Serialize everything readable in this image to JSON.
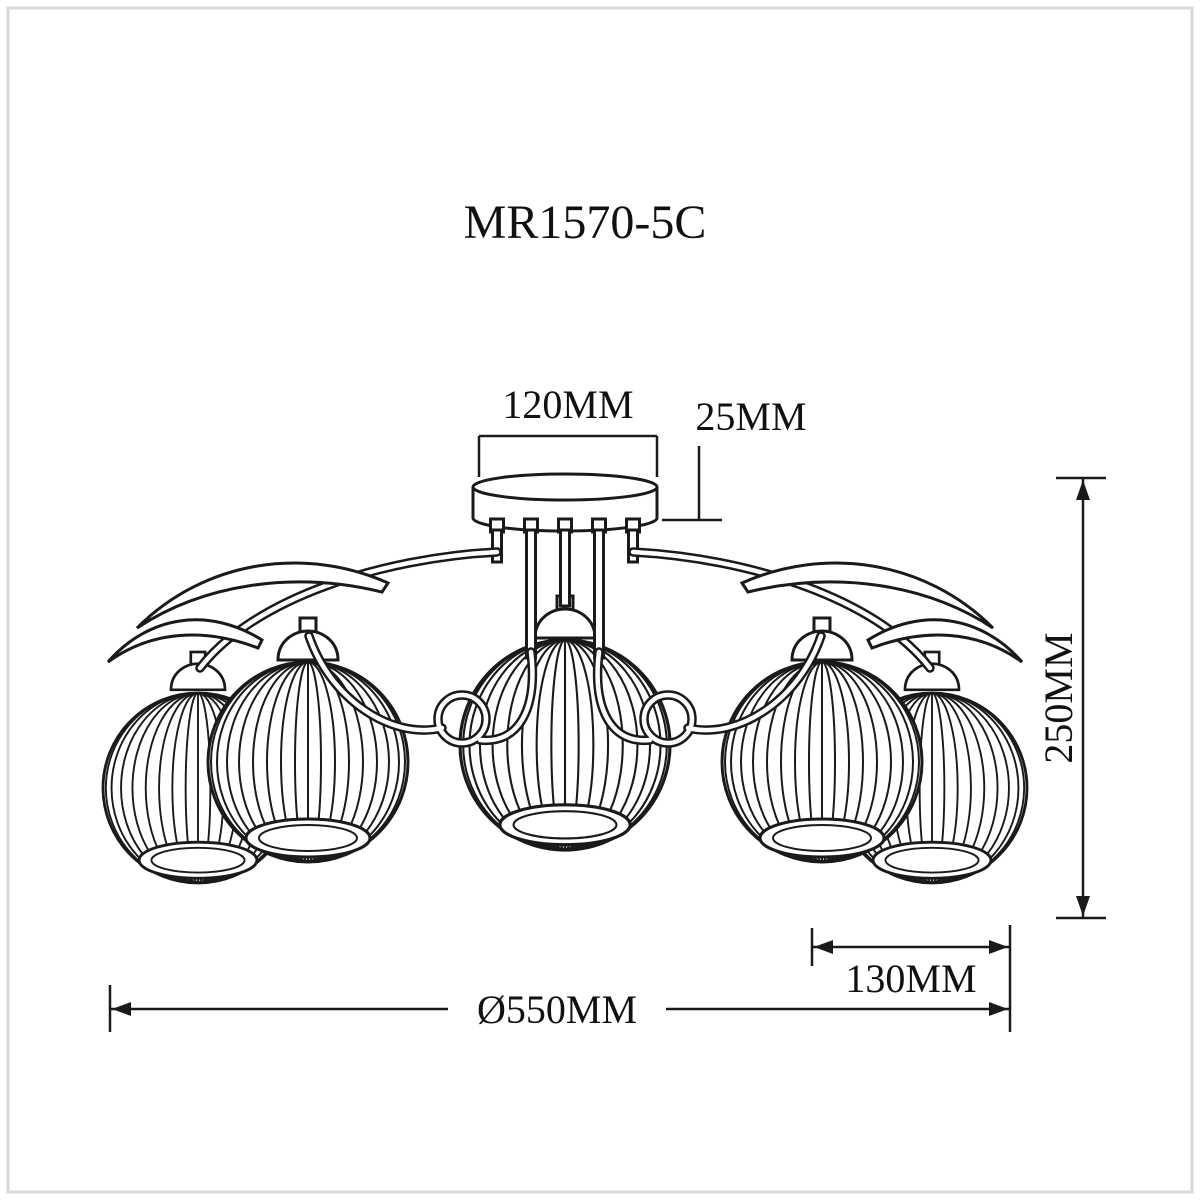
{
  "title": "MR1570-5C",
  "dimensions": {
    "canopy_width": "120MM",
    "canopy_height": "25MM",
    "fixture_height": "250MM",
    "shade_width": "130MM",
    "fixture_diameter": "Ø550MM"
  },
  "colors": {
    "line": "#1a1a1a",
    "background": "#ffffff",
    "frame": "#d9d9d9"
  }
}
